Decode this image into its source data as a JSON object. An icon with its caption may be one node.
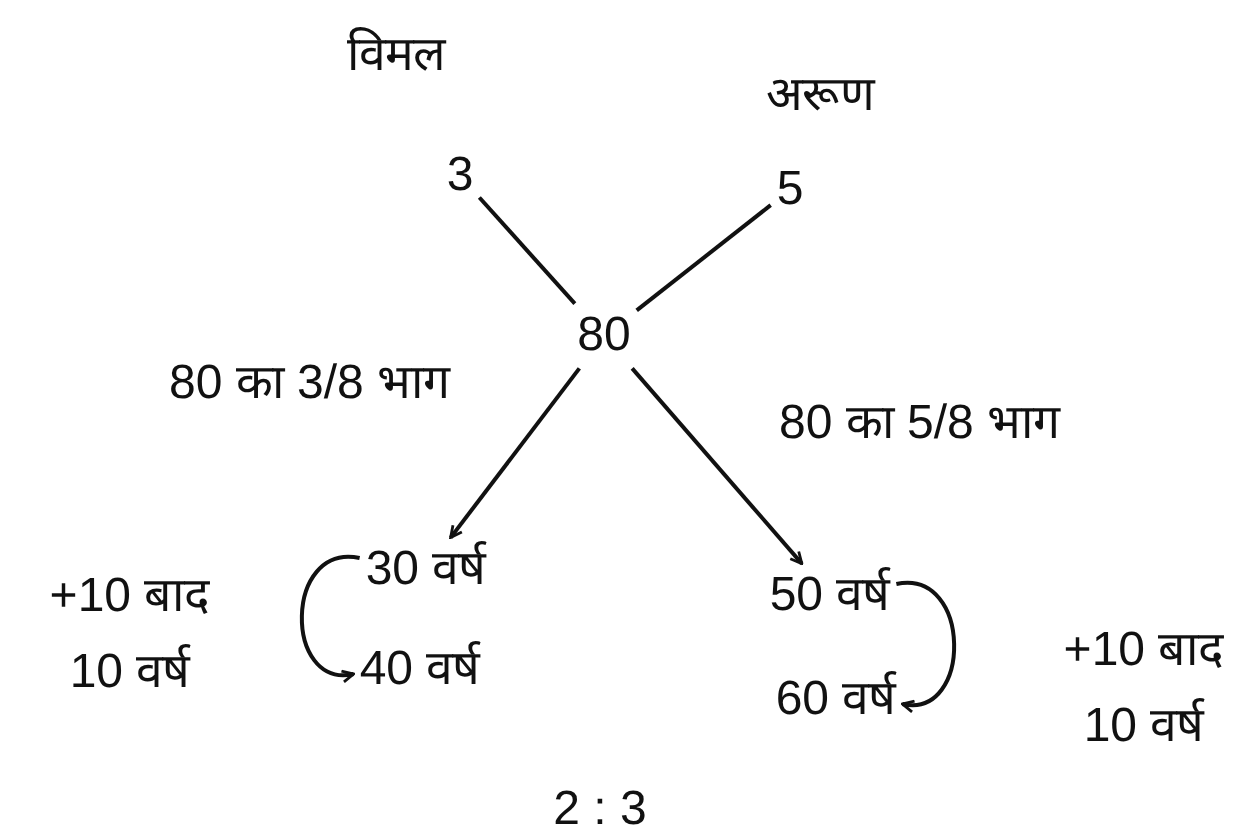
{
  "diagram": {
    "nodes": [
      {
        "text": [
          "3"
        ],
        "beside": [
          "विमल"
        ]
      },
      {
        "text": [
          "5"
        ],
        "beside": [
          "अरूण"
        ]
      },
      {
        "text": [
          "80"
        ]
      },
      {
        "text": [
          "30 वर्ष"
        ]
      },
      {
        "text": [
          "40 वर्ष"
        ]
      },
      {
        "text": [
          "50 वर्ष"
        ]
      },
      {
        "text": [
          "60 वर्ष"
        ]
      }
    ],
    "edges": [
      {
        "from": 0,
        "to": 2,
        "arrow": "none"
      },
      {
        "from": 1,
        "to": 2,
        "arrow": "none"
      },
      {
        "from": 2,
        "to": 3,
        "arrow": "to",
        "label": "80 का 3/8 भाग"
      },
      {
        "from": 2,
        "to": 5,
        "arrow": "to",
        "label": "80 का 5/8 भाग"
      },
      {
        "from": 3,
        "to": 4,
        "arrow": "to",
        "label": "+10 बाद 10 वर्ष"
      },
      {
        "from": 5,
        "to": 6,
        "arrow": "to",
        "label": "+10 बाद 10 वर्ष"
      }
    ],
    "labels": [
      "2 : 3"
    ]
  }
}
